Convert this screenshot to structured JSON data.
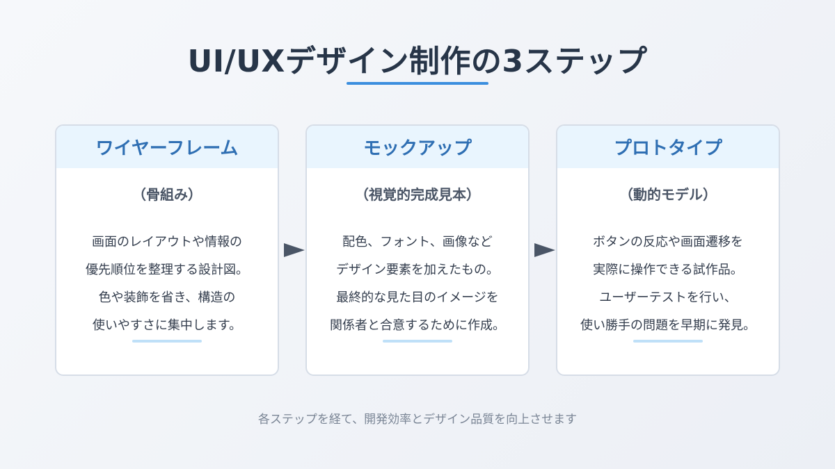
{
  "title": "UI/UXデザイン制作の3ステップ",
  "colors": {
    "accent": "#3b8ede",
    "card_header_bg": "#e9f5fe",
    "card_header_text": "#2f6fb3",
    "title_text": "#273548",
    "arrow": "#4a5566"
  },
  "steps": [
    {
      "title": "ワイヤーフレーム",
      "subtitle": "（骨組み）",
      "lines": [
        "画面のレイアウトや情報の",
        "優先順位を整理する設計図。",
        "色や装飾を省き、構造の",
        "使いやすさに集中します。"
      ]
    },
    {
      "title": "モックアップ",
      "subtitle": "（視覚的完成見本）",
      "lines": [
        "配色、フォント、画像など",
        "デザイン要素を加えたもの。",
        "最終的な見た目のイメージを",
        "関係者と合意するために作成。"
      ]
    },
    {
      "title": "プロトタイプ",
      "subtitle": "（動的モデル）",
      "lines": [
        "ボタンの反応や画面遷移を",
        "実際に操作できる試作品。",
        "ユーザーテストを行い、",
        "使い勝手の問題を早期に発見。"
      ]
    }
  ],
  "footer": "各ステップを経て、開発効率とデザイン品質を向上させます"
}
